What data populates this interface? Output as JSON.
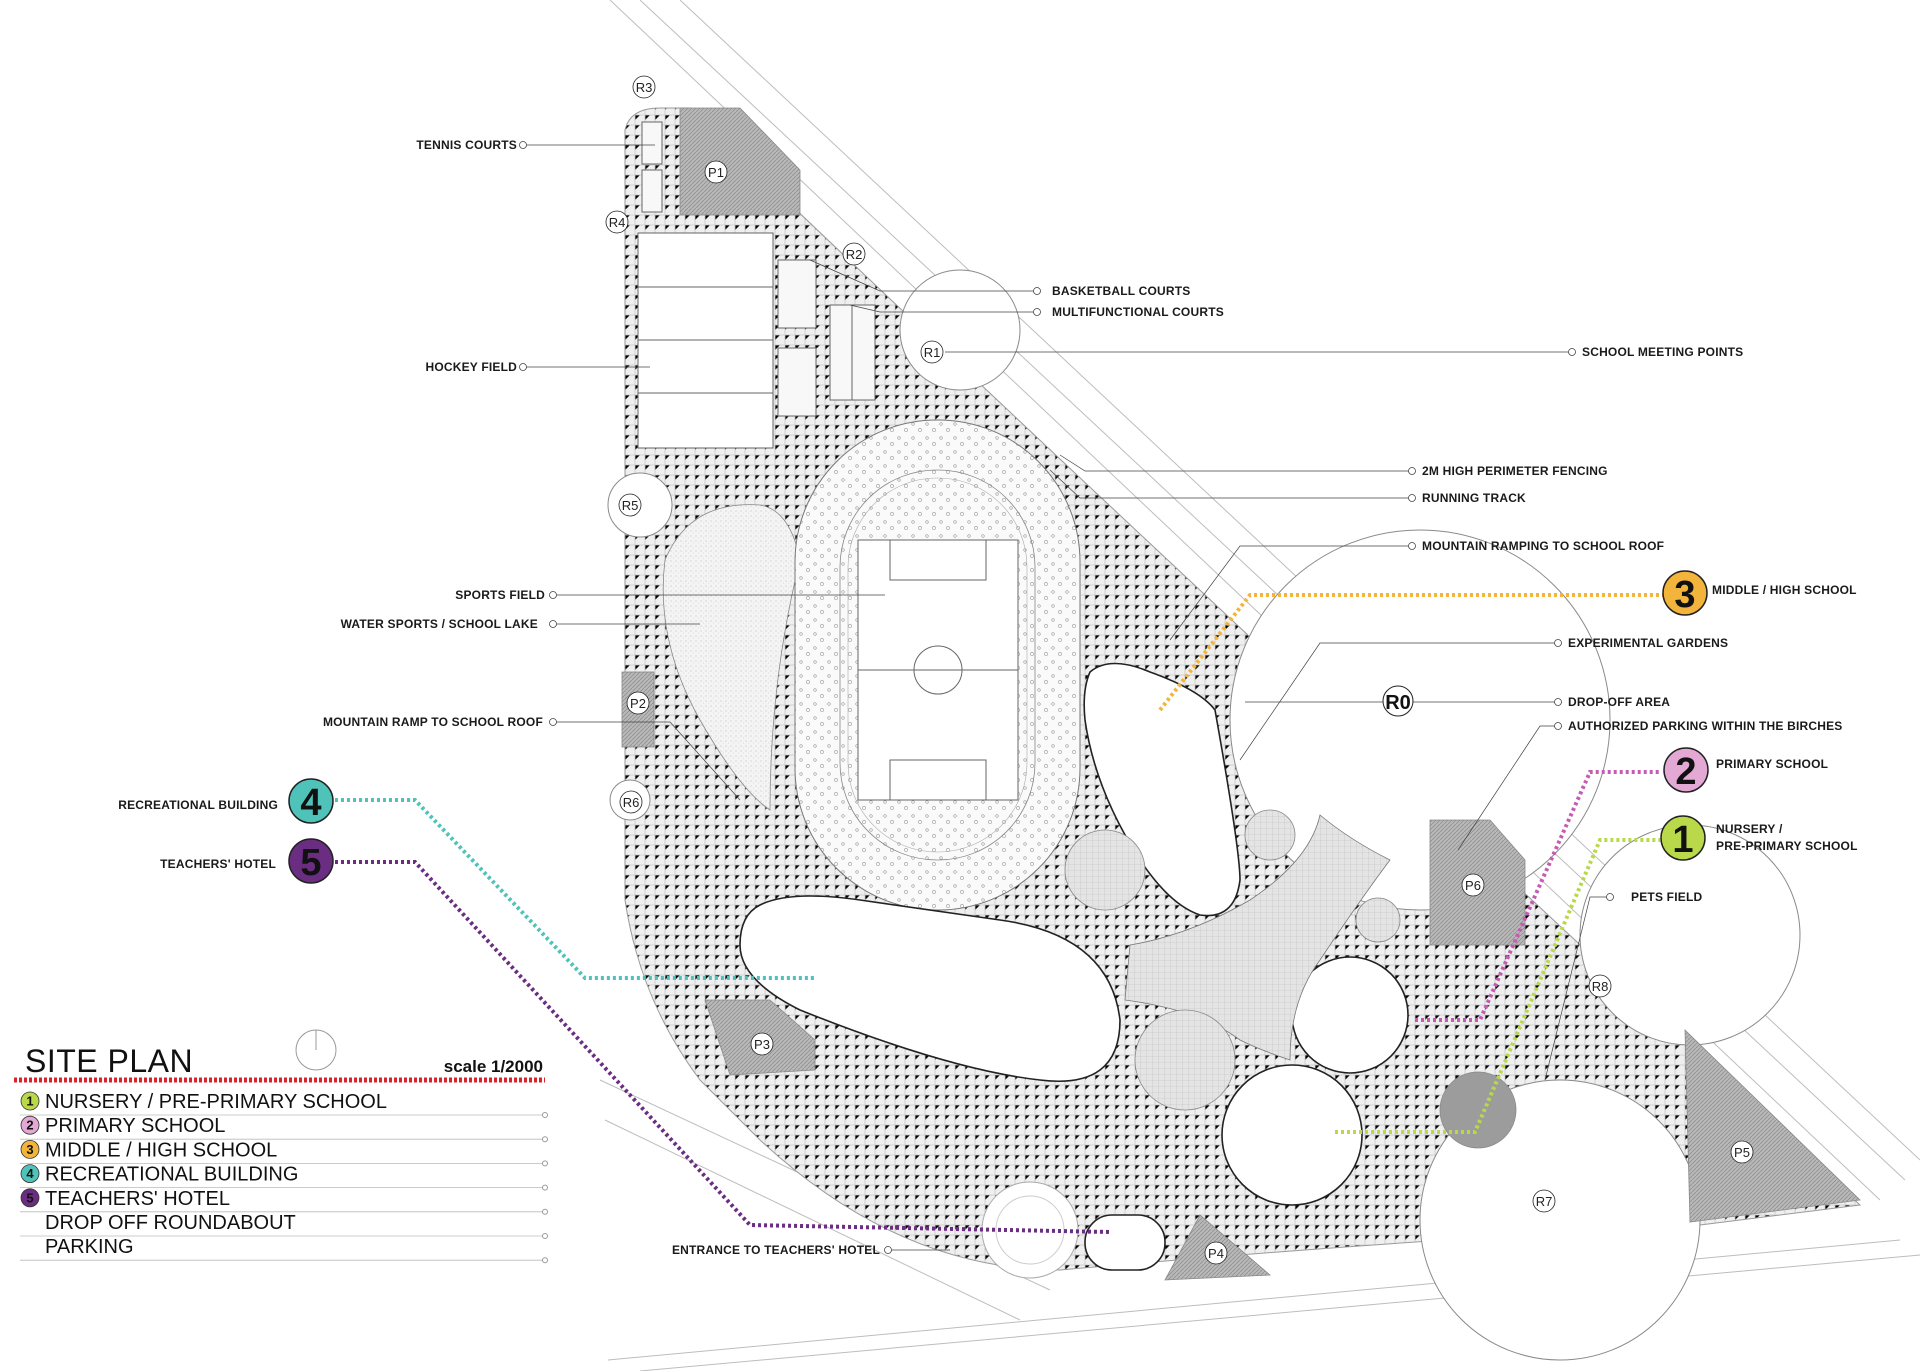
{
  "legend": {
    "title": "SITE PLAN",
    "scale": "scale 1/2000",
    "items": [
      {
        "num": "1",
        "label": "NURSERY / PRE-PRIMARY SCHOOL",
        "color": "#b9d84a"
      },
      {
        "num": "2",
        "label": "PRIMARY SCHOOL",
        "color": "#e3a8d3"
      },
      {
        "num": "3",
        "label": "MIDDLE / HIGH SCHOOL",
        "color": "#f2b43a"
      },
      {
        "num": "4",
        "label": "RECREATIONAL BUILDING",
        "color": "#4fc2b9"
      },
      {
        "num": "5",
        "label": "TEACHERS' HOTEL",
        "color": "#6a2d82"
      },
      {
        "num": "",
        "label": "DROP OFF ROUNDABOUT",
        "color": ""
      },
      {
        "num": "",
        "label": "PARKING",
        "color": ""
      }
    ]
  },
  "labels": {
    "tennis": "TENNIS COURTS",
    "basketball": "BASKETBALL COURTS",
    "multifunctional": "MULTIFUNCTIONAL COURTS",
    "hockey": "HOCKEY FIELD",
    "meeting": "SCHOOL MEETING POINTS",
    "fencing": "2M HIGH PERIMETER FENCING",
    "track": "RUNNING TRACK",
    "ramping": "MOUNTAIN RAMPING TO SCHOOL ROOF",
    "sports_field": "SPORTS FIELD",
    "lake": "WATER SPORTS / SCHOOL LAKE",
    "mountain_ramp": "MOUNTAIN RAMP TO SCHOOL ROOF",
    "experimental": "EXPERIMENTAL GARDENS",
    "dropoff": "DROP-OFF AREA",
    "authorized": "AUTHORIZED PARKING WITHIN THE BIRCHES",
    "pets": "PETS FIELD",
    "entrance": "ENTRANCE TO TEACHERS' HOTEL",
    "recreational": "RECREATIONAL BUILDING",
    "teachers": "TEACHERS' HOTEL",
    "middle": "MIDDLE / HIGH SCHOOL",
    "primary": "PRIMARY SCHOOL",
    "nursery_1": "NURSERY /",
    "nursery_2": "PRE-PRIMARY SCHOOL"
  },
  "markers": {
    "n1": "1",
    "n2": "2",
    "n3": "3",
    "n4": "4",
    "n5": "5",
    "r0": "R0",
    "r1": "R1",
    "r2": "R2",
    "r3": "R3",
    "r4": "R4",
    "r5": "R5",
    "r6": "R6",
    "r7": "R7",
    "r8": "R8",
    "p1": "P1",
    "p2": "P2",
    "p3": "P3",
    "p4": "P4",
    "p5": "P5",
    "p6": "P6"
  },
  "colors": {
    "nursery": "#b9d84a",
    "primary": "#c55bb3",
    "middle": "#f2b43a",
    "recreational": "#4fc2b9",
    "teachers": "#6a2d82",
    "scale_bar": "#d6262b"
  }
}
